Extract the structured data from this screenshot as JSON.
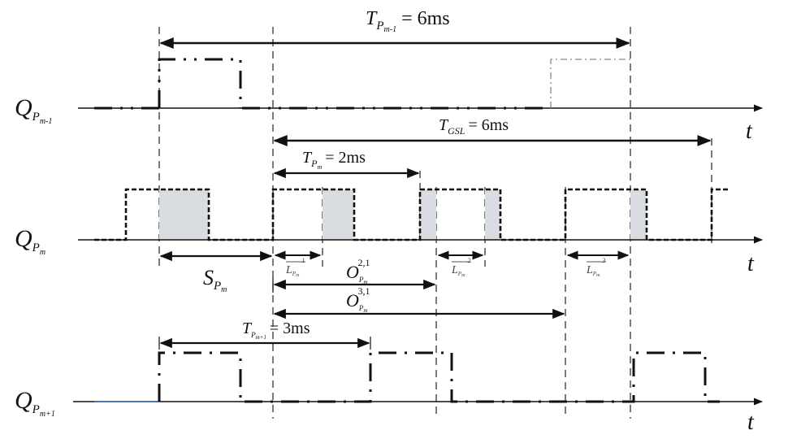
{
  "colors": {
    "stroke": "#111111",
    "shade": "#d9dce1",
    "blueline": "#4a78a8",
    "faint": "#9a9a9a"
  },
  "rows": [
    {
      "id": "prev",
      "label_main": "Q",
      "label_sub": "P",
      "label_subsub": "m-1",
      "axis_label": "t"
    },
    {
      "id": "curr",
      "label_main": "Q",
      "label_sub": "P",
      "label_subsub": "m",
      "axis_label": "t"
    },
    {
      "id": "next",
      "label_main": "Q",
      "label_sub": "P",
      "label_subsub": "m+1",
      "axis_label": "t"
    }
  ],
  "annotations": {
    "t_prev": {
      "main": "T",
      "sub": "P",
      "subsub": "m-1",
      "value": "= 6ms"
    },
    "t_gsl": {
      "main": "T",
      "sub": "GSL",
      "value": "= 6ms"
    },
    "t_curr": {
      "main": "T",
      "sub": "P",
      "subsub": "m",
      "value": "= 2ms"
    },
    "t_next": {
      "main": "T",
      "sub": "P",
      "subsub": "m+1",
      "value": "= 3ms"
    },
    "s_curr": {
      "main": "S",
      "sub": "P",
      "subsub": "m"
    },
    "l1": {
      "main": "L",
      "sub": "P",
      "subsub": "m",
      "sup": "1"
    },
    "l2": {
      "main": "L",
      "sub": "P",
      "subsub": "m",
      "sup": "2"
    },
    "l3": {
      "main": "L",
      "sub": "P",
      "subsub": "m",
      "sup": "3"
    },
    "o21": {
      "main": "O",
      "sub": "P",
      "subsub": "m",
      "sup": "2,1"
    },
    "o31": {
      "main": "O",
      "sub": "P",
      "subsub": "m",
      "sup": "3,1"
    }
  }
}
